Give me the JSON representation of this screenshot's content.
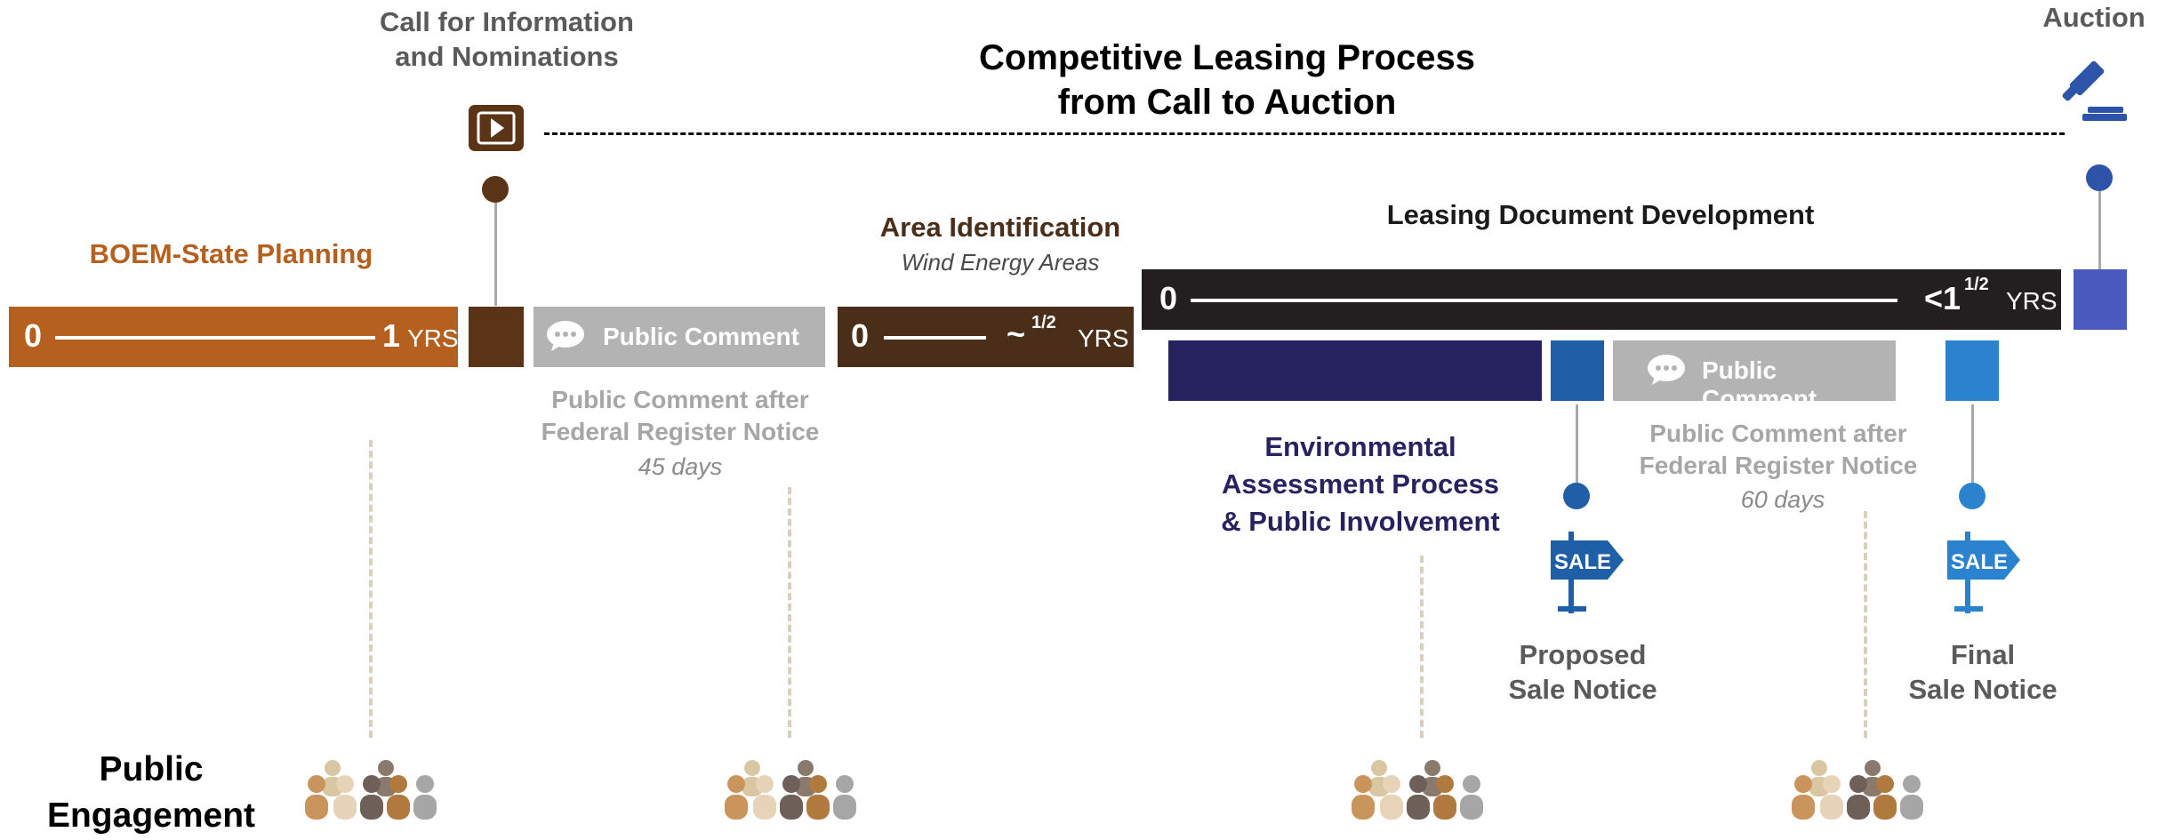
{
  "header": {
    "title_line1": "Competitive Leasing Process",
    "title_line2": "from Call to Auction",
    "call_line1": "Call for Information",
    "call_line2": "and Nominations",
    "auction": "Auction"
  },
  "planning": {
    "label": "BOEM-State Planning",
    "start": "0",
    "end": "1",
    "unit": "YRS"
  },
  "public_comment_1": {
    "badge": "Public Comment",
    "line1": "Public Comment after",
    "line2": "Federal Register Notice",
    "days": "45 days"
  },
  "area": {
    "label": "Area Identification",
    "sublabel": "Wind Energy Areas",
    "start": "0",
    "end": "~",
    "end_sup": "1/2",
    "unit": "YRS"
  },
  "leasing": {
    "label": "Leasing Document Development",
    "start": "0",
    "end": "<1",
    "end_sup": "1/2",
    "unit": "YRS"
  },
  "public_comment_2": {
    "badge": "Public Comment",
    "line1": "Public Comment after",
    "line2": "Federal Register Notice",
    "days": "60 days"
  },
  "environmental": {
    "line1": "Environmental",
    "line2": "Assessment Process",
    "line3": "& Public Involvement"
  },
  "proposed_sale": {
    "sign": "SALE",
    "line1": "Proposed",
    "line2": "Sale Notice"
  },
  "final_sale": {
    "sign": "SALE",
    "line1": "Final",
    "line2": "Sale Notice"
  },
  "public_engagement": {
    "line1": "Public",
    "line2": "Engagement"
  },
  "colors": {
    "planning": "#b5601f",
    "call": "#5b3418",
    "area": "#4a2e1a",
    "leasing": "#231f20",
    "environmental": "#272361",
    "sale_blue": "#1f5fa8",
    "auction_blue": "#4a5bbf",
    "comment_gray": "#b3b3b3"
  },
  "icons": [
    "play-icon",
    "gavel-icon",
    "speech-bubble-icon",
    "sale-sign-icon",
    "people-group-icon"
  ]
}
